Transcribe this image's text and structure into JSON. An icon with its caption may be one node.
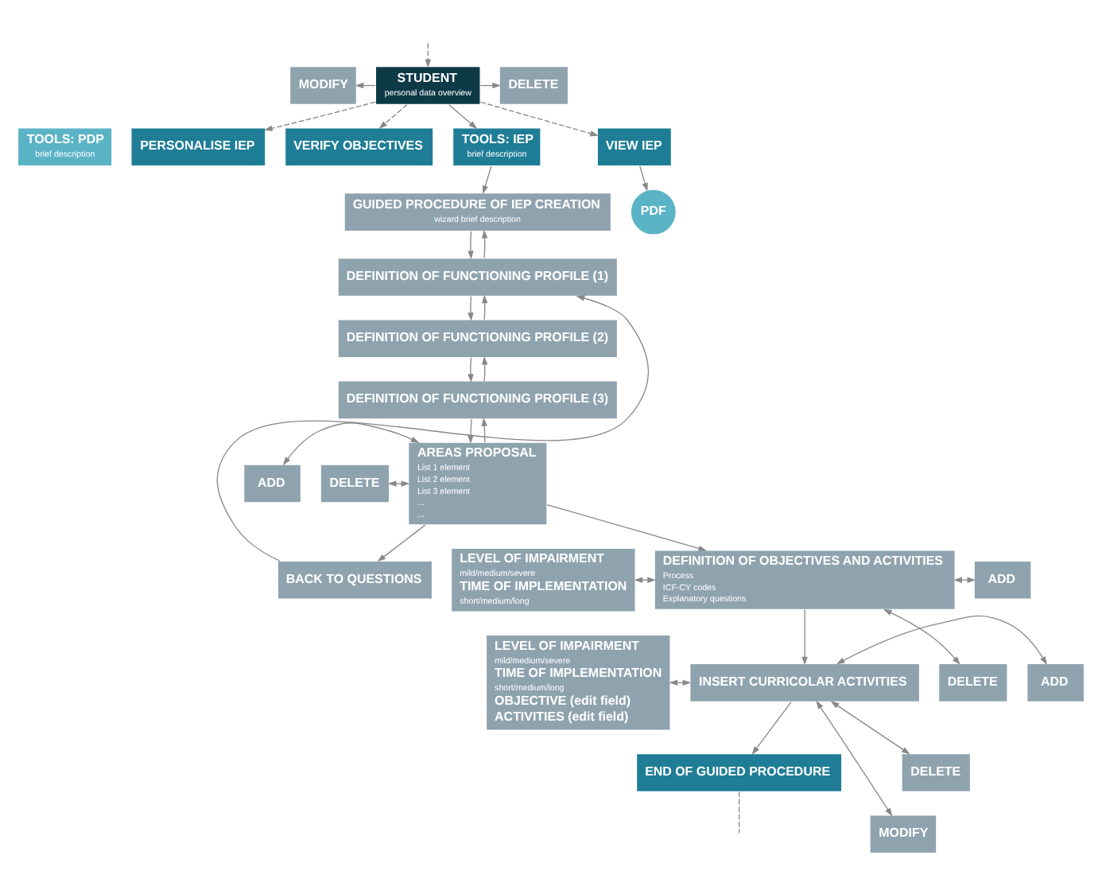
{
  "diagram": {
    "nodes": [
      {
        "text": [
          "MODIFY"
        ]
      },
      {
        "text": [
          "DELETE"
        ]
      },
      {
        "text": [
          "STUDENT",
          "personal data overview"
        ]
      },
      {
        "text": [
          "TOOLS: PDP",
          "brief description"
        ]
      },
      {
        "text": [
          "TOOLS: IEP",
          "brief description"
        ]
      },
      {
        "text": [
          "VIEW IEP"
        ]
      },
      {
        "text": [
          "PERSONALISE IEP"
        ]
      },
      {
        "text": [
          "VERIFY OBJECTIVES"
        ]
      },
      {
        "text": [
          "PDF"
        ]
      },
      {
        "text": [
          "GUIDED PROCEDURE OF IEP CREATION",
          "wizard brief description"
        ]
      },
      {
        "text": [
          "DEFINITION OF FUNCTIONING PROFILE (1)"
        ]
      },
      {
        "text": [
          "DEFINITION OF FUNCTIONING PROFILE (2)"
        ]
      },
      {
        "text": [
          "DEFINITION OF FUNCTIONING PROFILE (3)"
        ]
      },
      {
        "text": [
          "ADD"
        ]
      },
      {
        "text": [
          "AREAS PROPOSAL",
          "List 1 element",
          "List 2 element",
          "List 3 element",
          "...",
          "..."
        ]
      },
      {
        "text": [
          "DELETE"
        ]
      },
      {
        "text": [
          "BACK TO QUESTIONS"
        ]
      },
      {
        "text": [
          "LEVEL OF IMPAIRMENT",
          "mild/medium/severe",
          "TIME OF IMPLEMENTATION",
          "short/medium/long"
        ]
      },
      {
        "text": [
          "DEFINITION OF OBJECTIVES AND ACTIVITIES",
          "Process",
          "ICF-CY codes",
          "Explanatory questions"
        ]
      },
      {
        "text": [
          "ADD"
        ]
      },
      {
        "text": [
          "DELETE"
        ]
      },
      {
        "text": [
          "LEVEL OF IMPAIRMENT",
          "mild/medium/severe",
          "TIME OF IMPLEMENTATION",
          "short/medium/long",
          "OBJECTIVE (edit field)",
          "ACTIVITIES (edit field)"
        ]
      },
      {
        "text": [
          "INSERT CURRICOLAR ACTIVITIES"
        ]
      },
      {
        "text": [
          "ADD"
        ]
      },
      {
        "text": [
          "DELETE"
        ]
      },
      {
        "text": [
          "MODIFY"
        ]
      },
      {
        "text": [
          "END OF GUIDED PROCEDURE"
        ]
      }
    ],
    "edges": [
      {
        "from": 2,
        "to": 0,
        "arrow": "to"
      },
      {
        "from": 2,
        "to": 1,
        "arrow": "to"
      },
      {
        "from": null,
        "to": 2,
        "arrow": "to",
        "style": "dashed"
      },
      {
        "from": 2,
        "to": 5,
        "arrow": "to",
        "style": "dashed"
      },
      {
        "from": 2,
        "to": 6,
        "arrow": "to",
        "style": "dashed"
      },
      {
        "from": 2,
        "to": 7,
        "arrow": "to",
        "style": "dashed"
      },
      {
        "from": 5,
        "to": 8,
        "arrow": "to"
      },
      {
        "from": 2,
        "to": 4,
        "arrow": "to"
      },
      {
        "from": 4,
        "to": 9,
        "arrow": "to"
      },
      {
        "from": 9,
        "to": 10,
        "arrow": "to"
      },
      {
        "from": 10,
        "to": 9,
        "arrow": "to"
      },
      {
        "from": 10,
        "to": 11,
        "arrow": "to"
      },
      {
        "from": 11,
        "to": 10,
        "arrow": "to"
      },
      {
        "from": 11,
        "to": 12,
        "arrow": "to"
      },
      {
        "from": 12,
        "to": 11,
        "arrow": "to"
      },
      {
        "from": 12,
        "to": 14,
        "arrow": "to"
      },
      {
        "from": 14,
        "to": 12,
        "arrow": "to"
      },
      {
        "from": 13,
        "to": 14,
        "arrow": "both"
      },
      {
        "from": 15,
        "to": 14,
        "arrow": "both"
      },
      {
        "from": 14,
        "to": 16,
        "arrow": "to"
      },
      {
        "from": 16,
        "to": 10,
        "arrow": "to"
      },
      {
        "from": 14,
        "to": 18,
        "arrow": "to"
      },
      {
        "from": 17,
        "to": 18,
        "arrow": "both"
      },
      {
        "from": 18,
        "to": 19,
        "arrow": "both"
      },
      {
        "from": 18,
        "to": 20,
        "arrow": "both"
      },
      {
        "from": 18,
        "to": 22,
        "arrow": "to"
      },
      {
        "from": 21,
        "to": 22,
        "arrow": "both"
      },
      {
        "from": 22,
        "to": 23,
        "arrow": "both"
      },
      {
        "from": 22,
        "to": 24,
        "arrow": "both"
      },
      {
        "from": 22,
        "to": 25,
        "arrow": "both"
      },
      {
        "from": 22,
        "to": 26,
        "arrow": "to"
      },
      {
        "from": 26,
        "to": null,
        "arrow": "none",
        "style": "dashed"
      }
    ]
  }
}
